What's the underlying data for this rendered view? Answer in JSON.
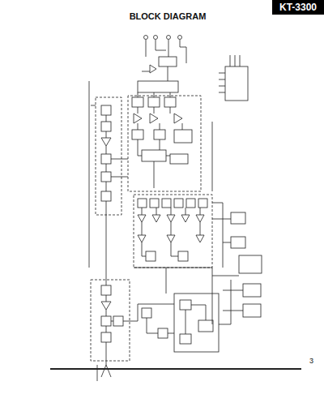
{
  "diagram": {
    "title": "BLOCK DIAGRAM",
    "nodes": [
      {
        "text": [
          "KT-3300"
        ]
      }
    ],
    "labels": [
      "3"
    ]
  }
}
